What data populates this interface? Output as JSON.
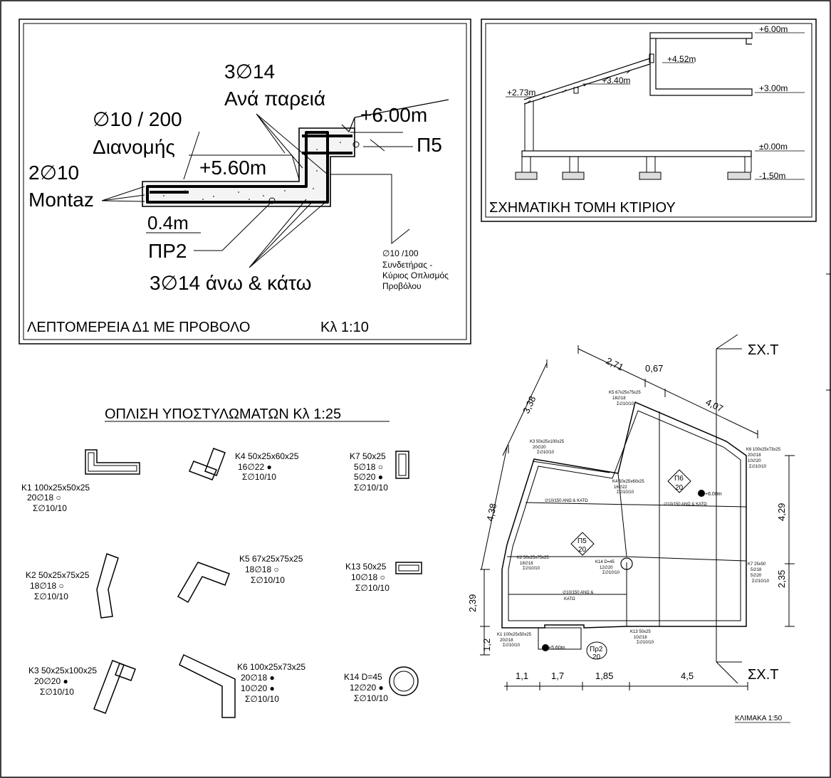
{
  "detail": {
    "bar_top": "3∅14",
    "bar_top_note": "Ανά παρειά",
    "dist_bar": "∅10 / 200",
    "dist_note": "Διανομής",
    "montaz_bar": "2∅10",
    "montaz_note": "Montaz",
    "level_upper": "+6.00m",
    "level_lower": "+5.60m",
    "beam_p5": "Π5",
    "width": "0.4m",
    "slab_pr2": "ΠΡ2",
    "bars_main": "3∅14 άνω & κάτω",
    "stirrup_1": "∅10 /100",
    "stirrup_2": "Συνδετήρας -",
    "stirrup_3": "Κύριος Οπλισμός",
    "stirrup_4": "Προβόλου",
    "title": "ΛΕΠΤΟΜΕΡΕΙΑ Δ1  ΜΕ ΠΡΟΒΟΛΟ",
    "scale": "Κλ 1:10"
  },
  "section": {
    "title": "ΣΧΗΜΑΤΙΚΗ ΤΟΜΗ ΚΤΙΡΙΟΥ",
    "lvl_600": "+6.00m",
    "lvl_452": "+4.52m",
    "lvl_340": "+3.40m",
    "lvl_300": "+3.00m",
    "lvl_273": "+2.73m",
    "lvl_000": "±0.00m",
    "lvl_150": "-1.50m"
  },
  "columns": {
    "title": "ΟΠΛΙΣΗ ΥΠΟΣΤΥΛΩΜΑΤΩΝ   Κλ 1:25",
    "k1": [
      "K1 100x25x50x25",
      "20∅18  ○",
      "Σ∅10/10"
    ],
    "k2": [
      "K2 50x25x75x25",
      "18∅18  ○",
      "Σ∅10/10"
    ],
    "k3": [
      "K3 50x25x100x25",
      "20∅20  ●",
      "Σ∅10/10"
    ],
    "k4": [
      "K4 50x25x60x25",
      "16∅22  ●",
      "Σ∅10/10"
    ],
    "k5": [
      "K5 67x25x75x25",
      "18∅18  ○",
      "Σ∅10/10"
    ],
    "k6": [
      "K6 100x25x73x25",
      "20∅18  ●",
      "10∅20  ●",
      "Σ∅10/10"
    ],
    "k7": [
      "K7 50x25",
      "5∅18  ○",
      "5∅20  ●",
      "Σ∅10/10"
    ],
    "k13": [
      "K13 50x25",
      "10∅18  ○",
      "Σ∅10/10"
    ],
    "k14": [
      "K14 D=45",
      "12∅20  ●",
      "Σ∅10/10"
    ]
  },
  "plan": {
    "sxt_top": "ΣΧ.Τ",
    "sxt_bottom": "ΣΧ.Τ",
    "scale": "ΚΛΙΜΑΚΑ 1:50",
    "dim_271": "2,71",
    "dim_067": "0,67",
    "dim_407": "4,07",
    "dim_338": "3,38",
    "dim_438": "4,38",
    "dim_239": "2,39",
    "dim_12": "1,2",
    "dim_429": "4,29",
    "dim_235": "2,35",
    "dim_11": "1,1",
    "dim_17": "1,7",
    "dim_185": "1,85",
    "dim_45": "4,5",
    "slab_p5": "Π5",
    "slab_p5_t": "20",
    "slab_p6": "Π6",
    "slab_p6_t": "20",
    "slab_pr2": "Πρ2",
    "slab_pr2_t": "20",
    "lvl_600": "+6.00m",
    "lvl_560": "+5.60m",
    "k5": [
      "K5 67x25x75x25",
      "18∅18",
      "Σ∅10/10"
    ],
    "k3": [
      "K3 50x25x100x25",
      "20∅20",
      "Σ∅10/10"
    ],
    "k4": [
      "K4 50x25x60x25",
      "16∅22",
      "Σ∅10/10"
    ],
    "k6": [
      "K6 100x25x73x25",
      "20∅18",
      "10∅20",
      "Σ∅10/10"
    ],
    "k2": [
      "K2 50x25x75x25",
      "18∅18",
      "Σ∅10/10"
    ],
    "k14": [
      "K14 D=45",
      "12∅20",
      "Σ∅10/10"
    ],
    "k7": [
      "K7 25x50",
      "5∅18",
      "5∅20",
      "Σ∅10/10"
    ],
    "k1": [
      "K1 100x25x50x25",
      "20∅18",
      "Σ∅10/10"
    ],
    "k13": [
      "K13 50x25",
      "10∅18",
      "Σ∅10/10"
    ],
    "bar_n1": "∅10/150  ΑΝΩ & ΚΑΤΩ",
    "bar_n2": "∅10/150  ΑΝΩ & ΚΑΤΩ",
    "bar_n3": "∅10/150  ΑΝΩ &",
    "bar_n4": "ΚΑΤΩ"
  }
}
